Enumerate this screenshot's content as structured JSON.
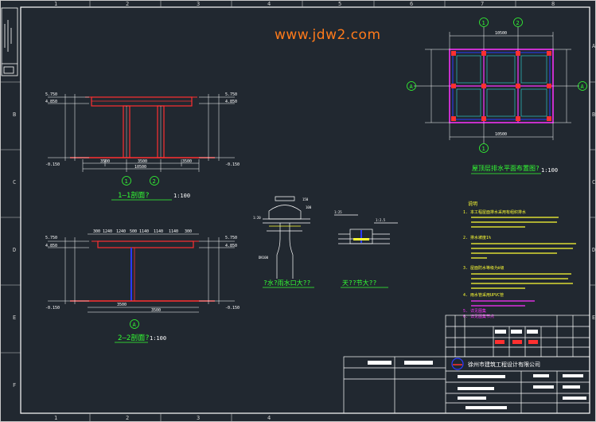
{
  "watermark": "www.jdw2.com",
  "border": {
    "columns": [
      "1",
      "2",
      "3",
      "4",
      "5",
      "6",
      "7",
      "8"
    ],
    "rows": [
      "A",
      "B",
      "C",
      "D",
      "E",
      "F"
    ]
  },
  "views": {
    "section_1_title": "1—1剖面?",
    "section_1_scale": "1:100",
    "section_2_title": "2—2剖面?",
    "section_2_scale": "1:100",
    "plan_title": "屋顶层排水平面布置图?",
    "plan_scale": "1:100",
    "detail_1_title": "?水?雨水口大??",
    "detail_2_title": "天??节大??"
  },
  "axes": {
    "axis_1": "1",
    "axis_2": "2",
    "axis_a": "A"
  },
  "dims": {
    "s1_top_left": "5.750",
    "s1_mid_left": "4.850",
    "s1_bot_left": "-0.150",
    "s1_top_right": "5.750",
    "s1_mid_right": "4.850",
    "s1_bot_right": "-0.150",
    "s1_span_a": "3500",
    "s1_span_b": "3500",
    "s1_span_c": "3500",
    "s1_total": "10500",
    "s2_spans": [
      "300",
      "1240",
      "1240",
      "500",
      "1140",
      "1140",
      "1140",
      "300"
    ],
    "s2_top_left": "5.750",
    "s2_mid_left": "4.850",
    "s2_bot_left": "-0.150",
    "s2_top_right": "5.750",
    "s2_mid_right": "4.850",
    "s2_bot_right": "-0.150",
    "s2_bottom_a": "3500",
    "s2_bottom_b": "3500",
    "plan_top": "10500",
    "plan_bottom": "10500"
  },
  "notes": {
    "title": "说明",
    "items": [
      "1. 本工程屋面排水采用有组织排水",
      "2. 排水坡度1%",
      "3. 屋面防水等级为Ⅱ级",
      "4. 雨水管采用UPVC管",
      "5. 详见图集",
      "6. 详见图集节点"
    ]
  },
  "title_block": {
    "company": "徐州市建筑工程设计有限公司"
  },
  "colors": {
    "background": "#212830",
    "line": "#ffffff",
    "beam": "#ff3030",
    "magenta": "#ff33ff",
    "blue": "#2a3bff",
    "green": "#33ff33",
    "yellow": "#ffff33",
    "cyan": "#33ffff",
    "accent": "#ff7a1a"
  }
}
